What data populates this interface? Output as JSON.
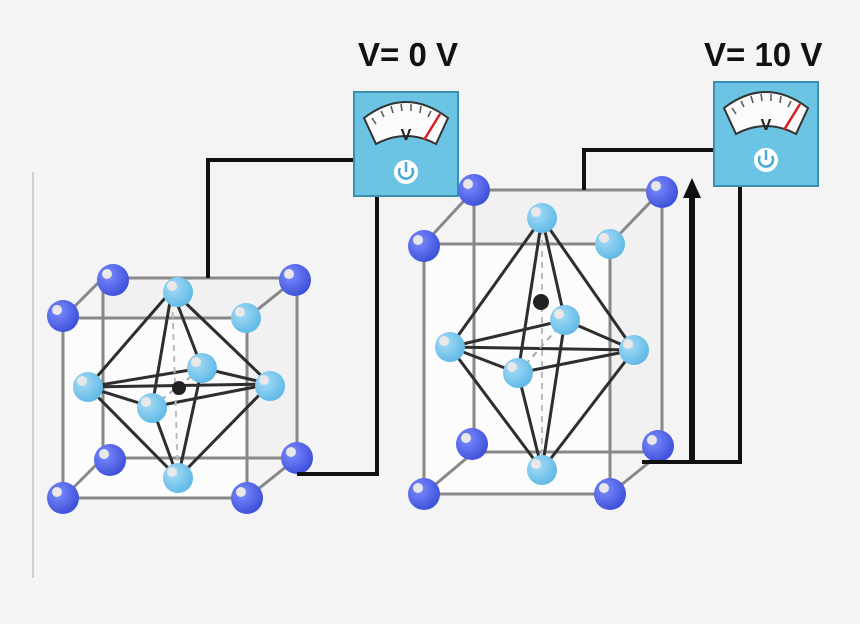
{
  "diagram": {
    "left_panel": {
      "voltage_label": "V= 0 V",
      "meter_unit": "V"
    },
    "right_panel": {
      "voltage_label": "V= 10 V",
      "meter_unit": "V"
    }
  },
  "colors": {
    "background": "#f4f4f5",
    "meter_body": "#6cc4e4",
    "corner_atom": "#4b5fe6",
    "face_atom": "#7bcbf0",
    "center_atom": "#222222",
    "wire": "#111111",
    "frame": "#888888",
    "needle": "#d62020"
  },
  "icons": [
    "power-icon",
    "arrow-up-icon"
  ]
}
